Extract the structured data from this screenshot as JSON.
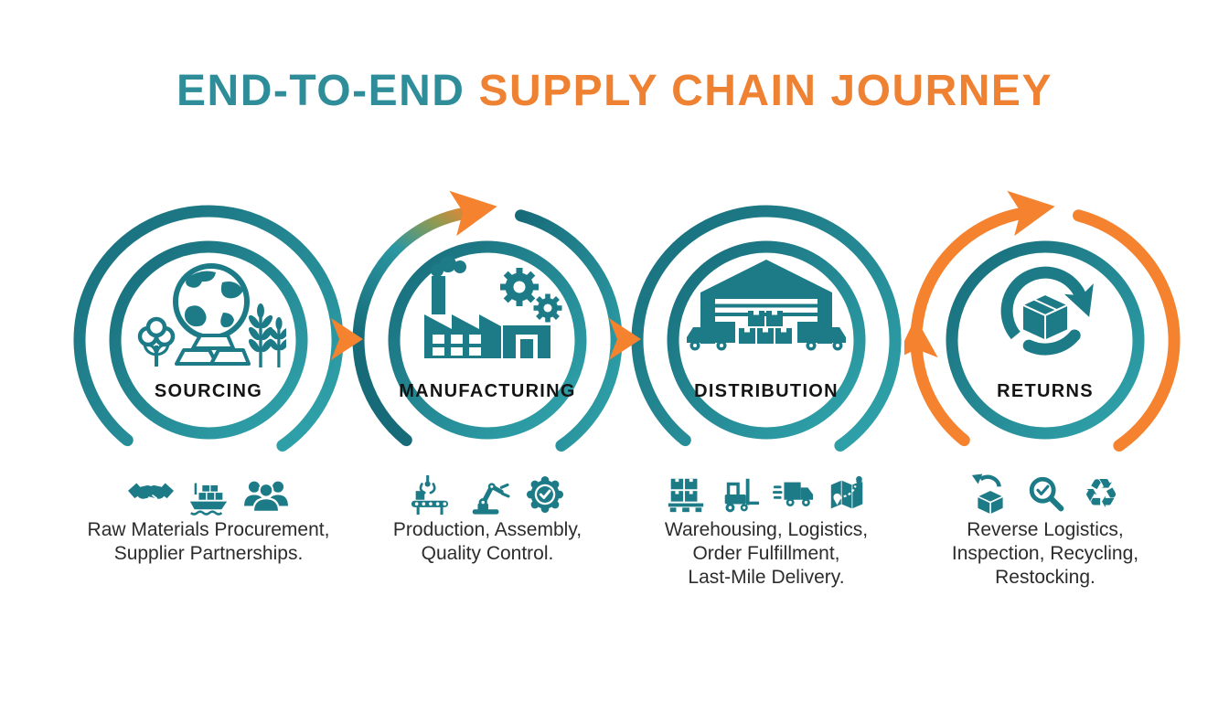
{
  "title": {
    "part1": "END-TO-END",
    "part2": "SUPPLY CHAIN JOURNEY"
  },
  "colors": {
    "teal": "#1d7b88",
    "teal_dark": "#176b79",
    "teal_light": "#31a5ad",
    "orange": "#f5822e",
    "title_teal": "#2e8d98",
    "title_orange": "#ef8133",
    "label_text": "#141414",
    "caption_text": "#2c2c2c"
  },
  "stages": [
    {
      "label": "SOURCING",
      "main_icon": "globe-raw-materials-icon",
      "small_icons": [
        "handshake-icon",
        "cargo-ship-icon",
        "people-group-icon"
      ],
      "caption_lines": [
        "Raw Materials Procurement,",
        "Supplier Partnerships."
      ]
    },
    {
      "label": "MANUFACTURING",
      "main_icon": "factory-gears-icon",
      "small_icons": [
        "conveyor-icon",
        "robotic-arm-icon",
        "quality-badge-icon"
      ],
      "caption_lines": [
        "Production, Assembly,",
        "Quality Control."
      ]
    },
    {
      "label": "DISTRIBUTION",
      "main_icon": "warehouse-trucks-icon",
      "small_icons": [
        "pallet-boxes-icon",
        "forklift-icon",
        "delivery-truck-icon",
        "route-map-icon"
      ],
      "caption_lines": [
        "Warehousing, Logistics,",
        "Order Fulfillment,",
        "Last-Mile Delivery."
      ]
    },
    {
      "label": "RETURNS",
      "main_icon": "returns-box-cycle-icon",
      "small_icons": [
        "return-package-icon",
        "inspection-magnifier-icon",
        "recycle-icon"
      ],
      "caption_lines": [
        "Reverse Logistics,",
        "Inspection, Recycling,",
        "Restocking."
      ]
    }
  ]
}
